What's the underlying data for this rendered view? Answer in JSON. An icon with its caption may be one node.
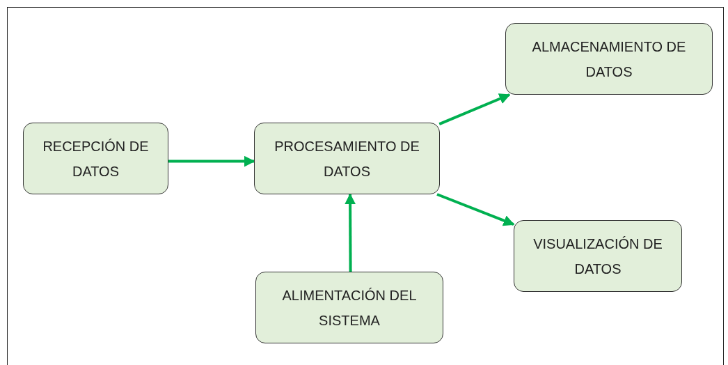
{
  "diagram": {
    "nodes": [
      {
        "text": [
          "RECEPCIÓN DE DATOS"
        ]
      },
      {
        "text": [
          "PROCESAMIENTO DE DATOS"
        ]
      },
      {
        "text": [
          "ALMACENAMIENTO DE DATOS"
        ]
      },
      {
        "text": [
          "VISUALIZACIÓN DE DATOS"
        ]
      },
      {
        "text": [
          "ALIMENTACIÓN DEL SISTEMA"
        ]
      }
    ],
    "edges": [
      {
        "from": 0,
        "to": 1,
        "arrow": "to"
      },
      {
        "from": 1,
        "to": 2,
        "arrow": "to"
      },
      {
        "from": 1,
        "to": 3,
        "arrow": "to"
      },
      {
        "from": 4,
        "to": 1,
        "arrow": "to"
      }
    ]
  }
}
